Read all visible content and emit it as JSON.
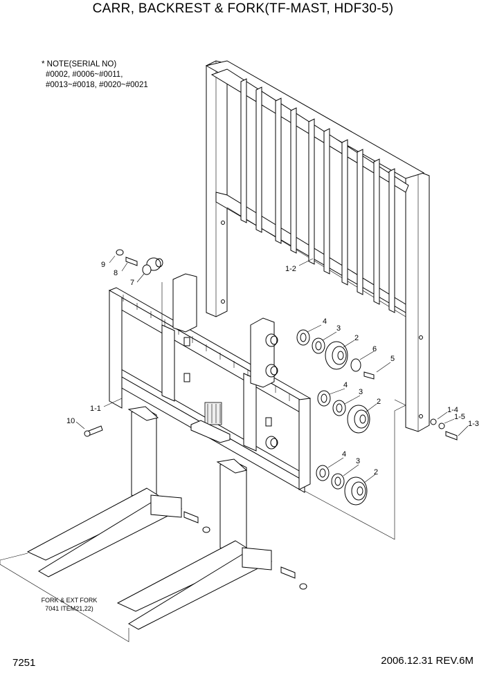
{
  "title": "CARR, BACKREST & FORK(TF-MAST, HDF30-5)",
  "note": {
    "heading": "* NOTE(SERIAL NO)",
    "serials_1": "#0002, #0006~#0011,",
    "serials_2": "#0013~#0018, #0020~#0021"
  },
  "fork_note": {
    "line1": "FORK & EXT FORK",
    "line2": "7041 ITEM21,22)"
  },
  "page_number": "7251",
  "revision": "2006.12.31  REV.6M",
  "callouts": {
    "backrest": "1-2",
    "carriage": "1-1",
    "nut_9": "9",
    "bolt_8": "8",
    "roller_7": "7",
    "bolt_10": "10",
    "shim_4a": "4",
    "shim_3a": "3",
    "roller_2a": "2",
    "washer_6": "6",
    "bolt_5": "5",
    "shim_4b": "4",
    "shim_3b": "3",
    "roller_2b": "2",
    "shim_4c": "4",
    "shim_3c": "3",
    "roller_2c": "2",
    "nut_1_4": "1-4",
    "washer_1_5": "1-5",
    "bolt_1_3": "1-3"
  }
}
